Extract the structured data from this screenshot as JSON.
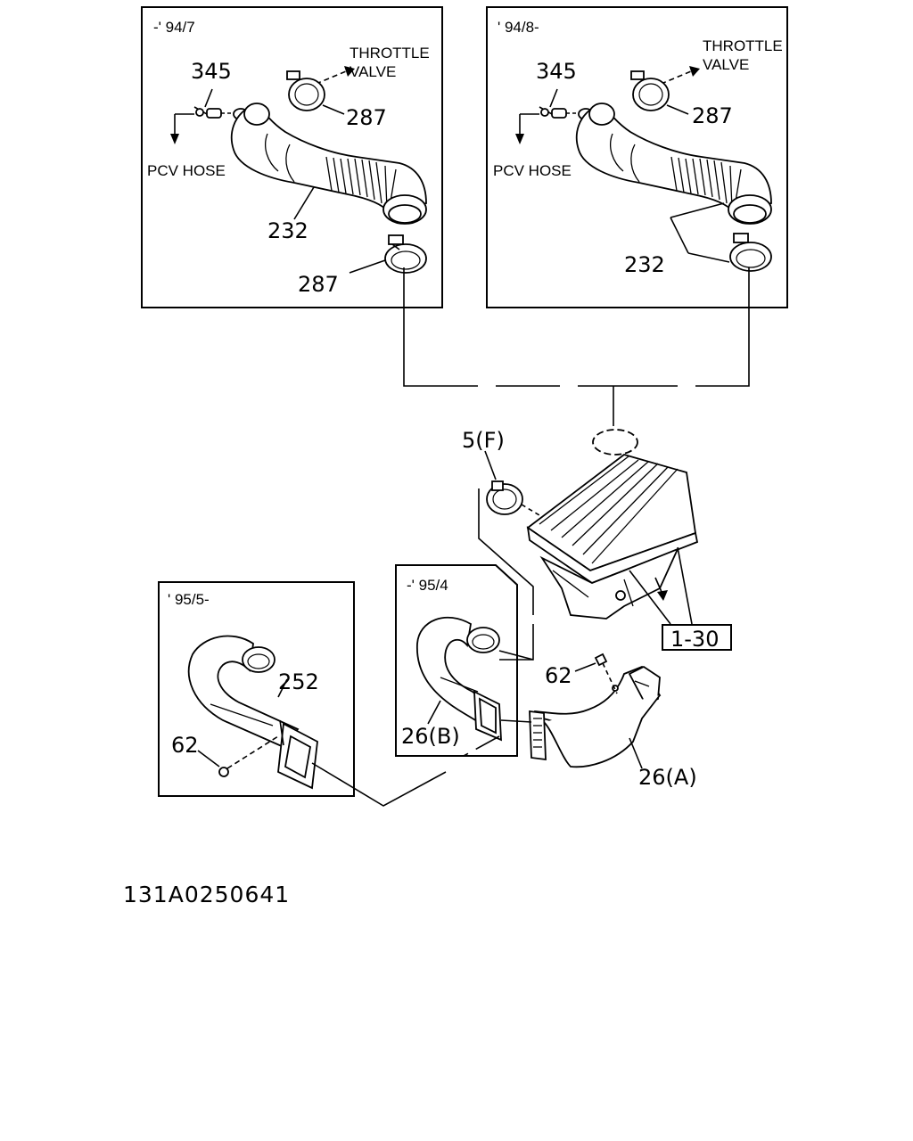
{
  "panels": {
    "top_left": {
      "date": "-' 94/7"
    },
    "top_right": {
      "date": "' 94/8-"
    },
    "bottom_left": {
      "date": "' 95/5-"
    },
    "bottom_mid": {
      "date": "-' 95/4"
    }
  },
  "labels": {
    "throttle_valve_1": "THROTTLE",
    "throttle_valve_2": "VALVE",
    "pcv_hose": "PCV HOSE",
    "part_345": "345",
    "part_287": "287",
    "part_232": "232",
    "part_5f": "5(F)",
    "part_1_30": "1-30",
    "part_62": "62",
    "part_252": "252",
    "part_26a": "26(A)",
    "part_26b": "26(B)"
  },
  "diagram_code": "131A0250641"
}
